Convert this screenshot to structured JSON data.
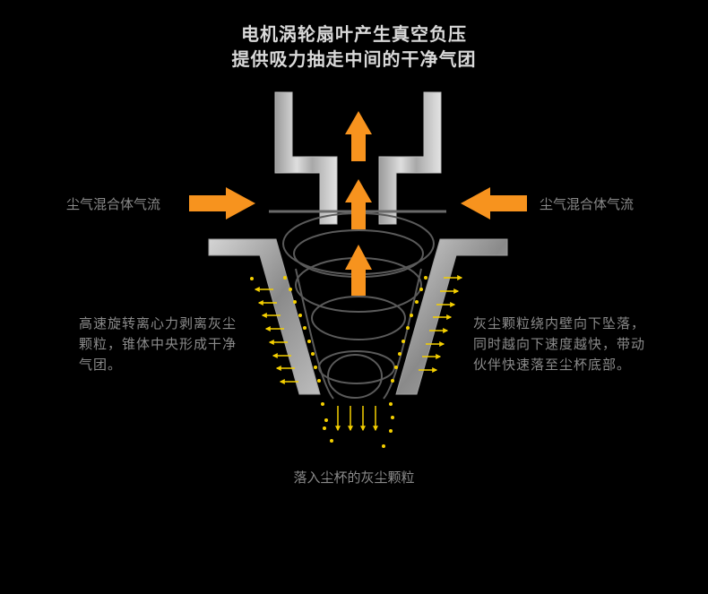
{
  "title": {
    "line1": "电机涡轮扇叶产生真空负压",
    "line2": "提供吸力抽走中间的干净气团"
  },
  "labels": {
    "left_inflow": "尘气混合体气流",
    "right_inflow": "尘气混合体气流",
    "left_desc": "高速旋转离心力剥离灰尘颗粒，锥体中央形成干净气团。",
    "right_desc": "灰尘颗粒绕内壁向下坠落，同时越向下速度越快，带动伙伴快速落至尘杯底部。",
    "bottom": "落入尘杯的灰尘颗粒"
  },
  "colors": {
    "arrow": "#f7931e",
    "particle": "#f5d000",
    "metal_light": "#cfcfcf",
    "metal_dark": "#6f6f6f",
    "text": "#8a8a8a",
    "title": "#d9d9d9"
  }
}
